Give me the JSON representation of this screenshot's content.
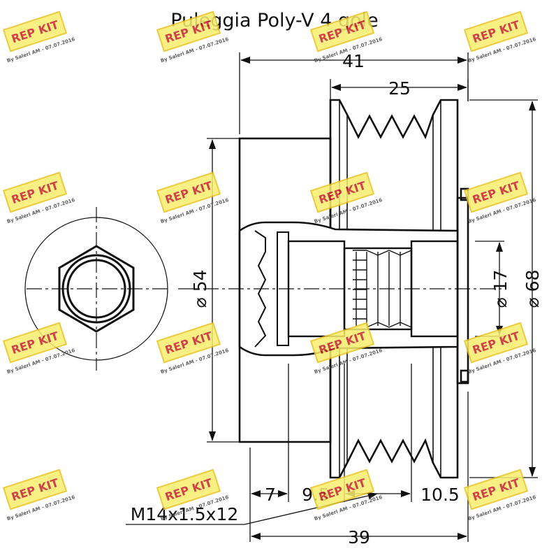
{
  "title": "Puleggia Poly-V 4 gole",
  "dimensions": {
    "overall_width": "41",
    "groove_width": "25",
    "hub_diameter": "⌀ 54",
    "bore_diameter": "⌀ 17",
    "pulley_diameter": "⌀ 68",
    "hex_depth": "7",
    "bore_depth": "9.5",
    "rear_depth": "10.5",
    "thread": "M14x1.5x12",
    "total_length": "39"
  },
  "watermark": {
    "brand": "REP KIT",
    "caption": "By Saleri AM - 07.07.2016",
    "colors": {
      "badge": "#f7ee6e",
      "border": "#e9c21d",
      "text": "#c8202a"
    }
  }
}
